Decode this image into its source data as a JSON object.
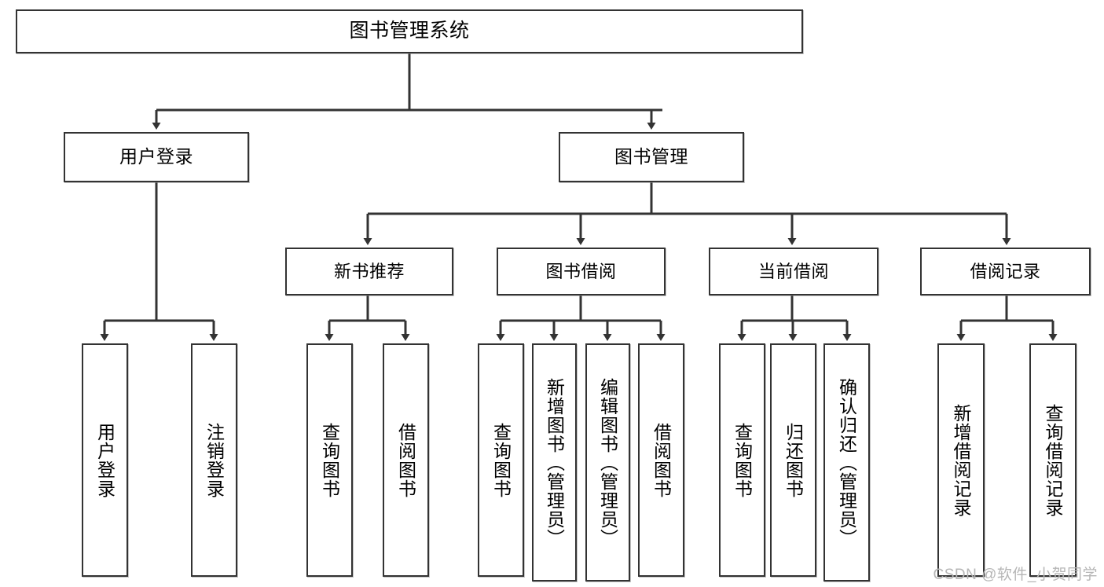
{
  "diagram": {
    "title_node": {
      "label": "图书管理系统"
    },
    "level1": [
      {
        "label": "用户登录"
      },
      {
        "label": "图书管理"
      }
    ],
    "level2": [
      {
        "label": "新书推荐"
      },
      {
        "label": "图书借阅"
      },
      {
        "label": "当前借阅"
      },
      {
        "label": "借阅记录"
      }
    ],
    "leaves": {
      "user_login": [
        {
          "label": "用户登录"
        },
        {
          "label": "注销登录"
        }
      ],
      "new_book": [
        {
          "label": "查询图书"
        },
        {
          "label": "借阅图书"
        }
      ],
      "book_borrow": [
        {
          "label": "查询图书"
        },
        {
          "label": "新增图书（管理员）"
        },
        {
          "label": "编辑图书（管理员）"
        },
        {
          "label": "借阅图书"
        }
      ],
      "current_borrow": [
        {
          "label": "查询图书"
        },
        {
          "label": "归还图书"
        },
        {
          "label": "确认归还（管理员）"
        }
      ],
      "borrow_record": [
        {
          "label": "新增借阅记录"
        },
        {
          "label": "查询借阅记录"
        }
      ]
    }
  },
  "watermark": {
    "text": "CSDN @软件_小贺同学"
  },
  "colors": {
    "stroke": "#333333",
    "background": "#ffffff",
    "text": "#000000",
    "watermark": "#b6b6b6"
  }
}
